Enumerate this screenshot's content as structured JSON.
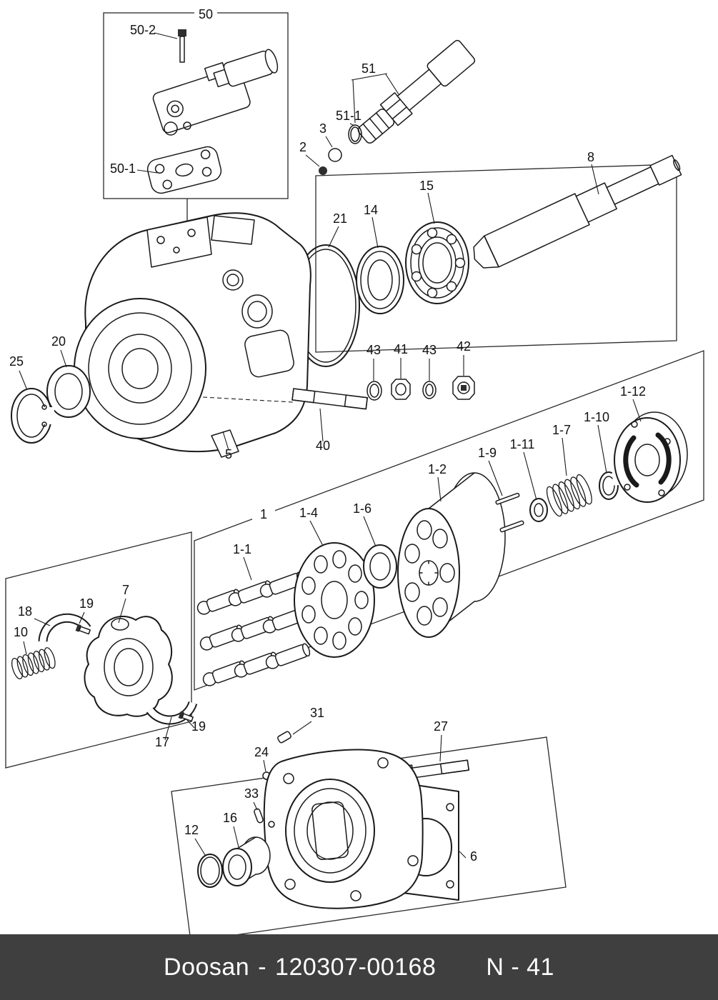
{
  "colors": {
    "background": "#ffffff",
    "line": "#1a1a1a",
    "footer_bg": "#3f3f3f",
    "footer_text": "#ffffff"
  },
  "footer": {
    "brand": "Doosan",
    "separator": "-",
    "part_number": "120307-00168",
    "page": "N - 41"
  },
  "callouts": {
    "c50": {
      "label": "50"
    },
    "c50_2": {
      "label": "50-2"
    },
    "c50_1": {
      "label": "50-1"
    },
    "c51": {
      "label": "51"
    },
    "c51_1": {
      "label": "51-1"
    },
    "c3": {
      "label": "3"
    },
    "c2": {
      "label": "2"
    },
    "c15": {
      "label": "15"
    },
    "c14": {
      "label": "14"
    },
    "c21": {
      "label": "21"
    },
    "c8": {
      "label": "8"
    },
    "c20": {
      "label": "20"
    },
    "c25": {
      "label": "25"
    },
    "c43a": {
      "label": "43"
    },
    "c41": {
      "label": "41"
    },
    "c43b": {
      "label": "43"
    },
    "c42": {
      "label": "42"
    },
    "c5": {
      "label": "5"
    },
    "c40": {
      "label": "40"
    },
    "c1_12": {
      "label": "1-12"
    },
    "c1_10": {
      "label": "1-10"
    },
    "c1_7": {
      "label": "1-7"
    },
    "c1_11": {
      "label": "1-11"
    },
    "c1_9": {
      "label": "1-9"
    },
    "c1_2": {
      "label": "1-2"
    },
    "c1_6": {
      "label": "1-6"
    },
    "c1_4": {
      "label": "1-4"
    },
    "c1": {
      "label": "1"
    },
    "c1_1": {
      "label": "1-1"
    },
    "c18": {
      "label": "18"
    },
    "c19a": {
      "label": "19"
    },
    "c10": {
      "label": "10"
    },
    "c7": {
      "label": "7"
    },
    "c17": {
      "label": "17"
    },
    "c19b": {
      "label": "19"
    },
    "c31": {
      "label": "31"
    },
    "c24": {
      "label": "24"
    },
    "c27": {
      "label": "27"
    },
    "c33": {
      "label": "33"
    },
    "c16": {
      "label": "16"
    },
    "c12": {
      "label": "12"
    },
    "c6": {
      "label": "6"
    }
  }
}
